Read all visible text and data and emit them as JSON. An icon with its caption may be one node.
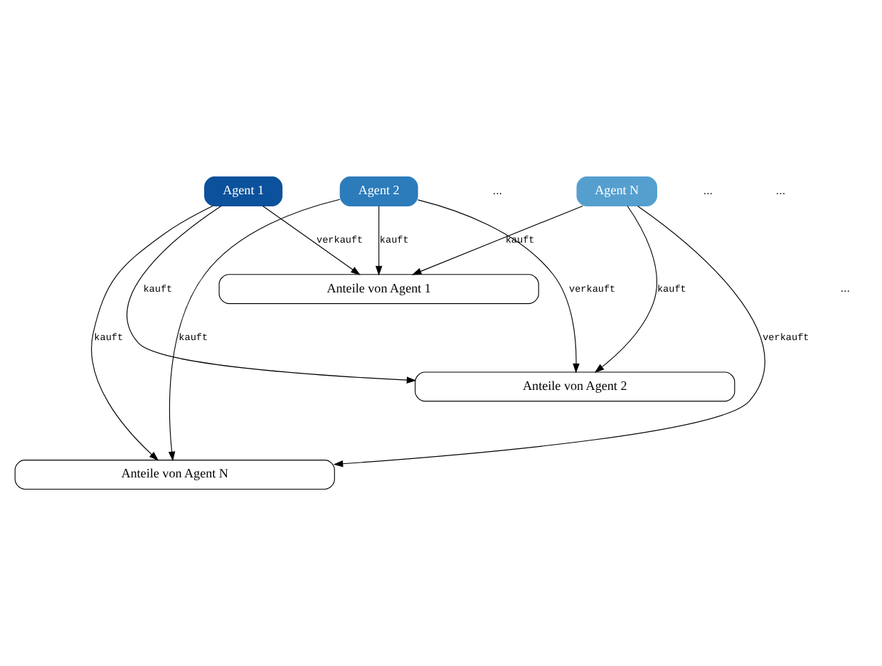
{
  "diagram": {
    "nodes": [
      {
        "text": [
          "Agent 1"
        ]
      },
      {
        "text": [
          "Agent 2"
        ]
      },
      {
        "text": [
          "Agent N"
        ]
      },
      {
        "text": [
          "Anteile von Agent 1"
        ]
      },
      {
        "text": [
          "Anteile von Agent 2"
        ]
      },
      {
        "text": [
          "Anteile von Agent N"
        ]
      }
    ],
    "edges": [
      {
        "from": 0,
        "to": 3,
        "arrow": "to",
        "label": "verkauft"
      },
      {
        "from": 0,
        "to": 4,
        "arrow": "to",
        "label": "kauft"
      },
      {
        "from": 0,
        "to": 5,
        "arrow": "to",
        "label": "kauft"
      },
      {
        "from": 1,
        "to": 3,
        "arrow": "to",
        "label": "kauft"
      },
      {
        "from": 1,
        "to": 4,
        "arrow": "to",
        "label": "verkauft"
      },
      {
        "from": 1,
        "to": 5,
        "arrow": "to",
        "label": "kauft"
      },
      {
        "from": 2,
        "to": 3,
        "arrow": "to",
        "label": "kauft"
      },
      {
        "from": 2,
        "to": 4,
        "arrow": "to",
        "label": "kauft"
      },
      {
        "from": 2,
        "to": 5,
        "arrow": "to",
        "label": "verkauft"
      }
    ],
    "labels": [
      "...",
      "...",
      "...",
      "..."
    ]
  }
}
